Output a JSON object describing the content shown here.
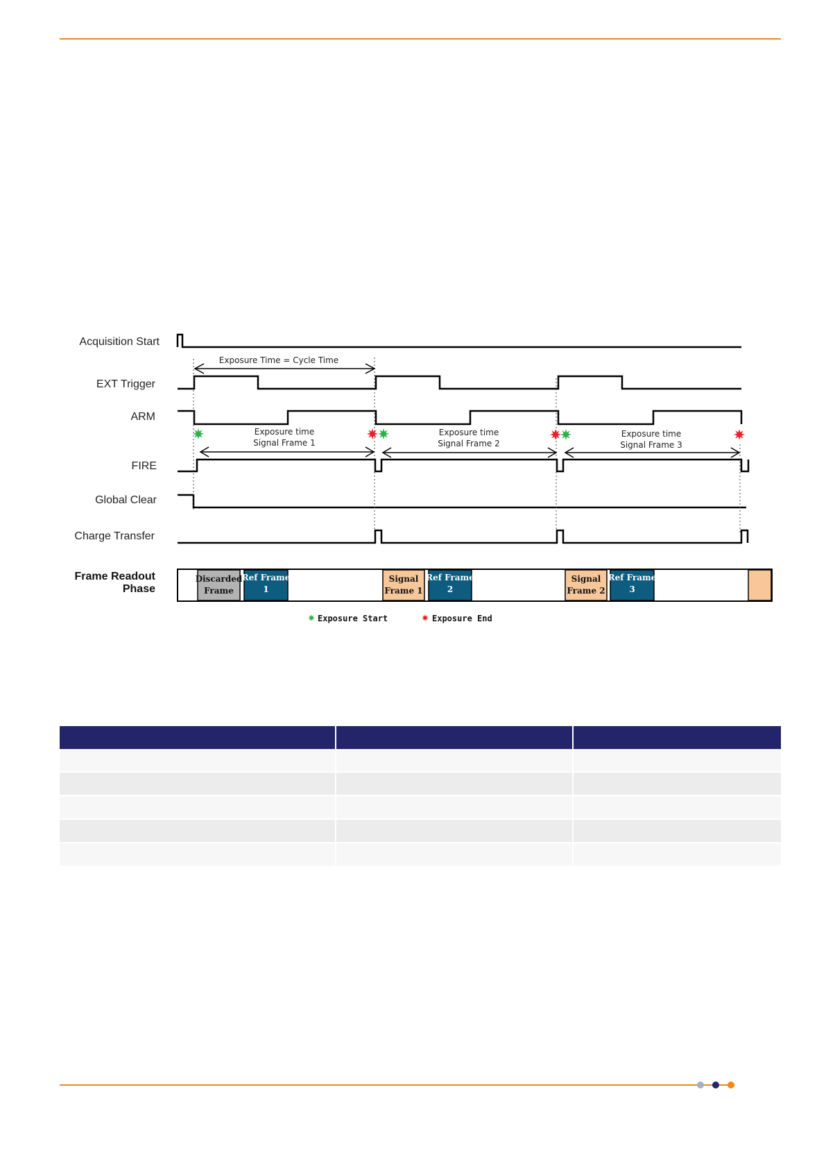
{
  "colors": {
    "accent_rule": "#e8891e",
    "table_header": "#23246a",
    "ref_frame_fill": "#0e5d80",
    "signal_frame_fill": "#f7c79a",
    "discarded_fill": "#b3b3b3",
    "exposure_start_marker": "#2db24b",
    "exposure_end_marker": "#e8202a"
  },
  "diagram": {
    "signals": [
      {
        "id": "acq",
        "label": "Acquisition Start"
      },
      {
        "id": "ext",
        "label": "EXT Trigger"
      },
      {
        "id": "arm",
        "label": "ARM"
      },
      {
        "id": "fire",
        "label": "FIRE"
      },
      {
        "id": "gclear",
        "label": "Global Clear"
      },
      {
        "id": "ctrans",
        "label": "Charge Transfer"
      }
    ],
    "phase_label_line1": "Frame Readout",
    "phase_label_line2": "Phase",
    "cycle_annotation": "Exposure Time = Cycle Time",
    "exposure_annotations": [
      {
        "line1": "Exposure time",
        "line2": "Signal Frame 1"
      },
      {
        "line1": "Exposure time",
        "line2": "Signal Frame 2"
      },
      {
        "line1": "Exposure time",
        "line2": "Signal Frame 3"
      }
    ],
    "readout_boxes": [
      {
        "kind": "discarded",
        "line1": "Discarded",
        "line2": "Frame"
      },
      {
        "kind": "ref",
        "line1": "Ref Frame",
        "line2": "1"
      },
      {
        "kind": "signal",
        "line1": "Signal",
        "line2": "Frame 1"
      },
      {
        "kind": "ref",
        "line1": "Ref Frame",
        "line2": "2"
      },
      {
        "kind": "signal",
        "line1": "Signal",
        "line2": "Frame 2"
      },
      {
        "kind": "ref",
        "line1": "Ref Frame",
        "line2": "3"
      }
    ],
    "legend": {
      "start": "Exposure Start",
      "end": "Exposure End"
    }
  },
  "table": {
    "columns": 3,
    "rows": 5
  }
}
